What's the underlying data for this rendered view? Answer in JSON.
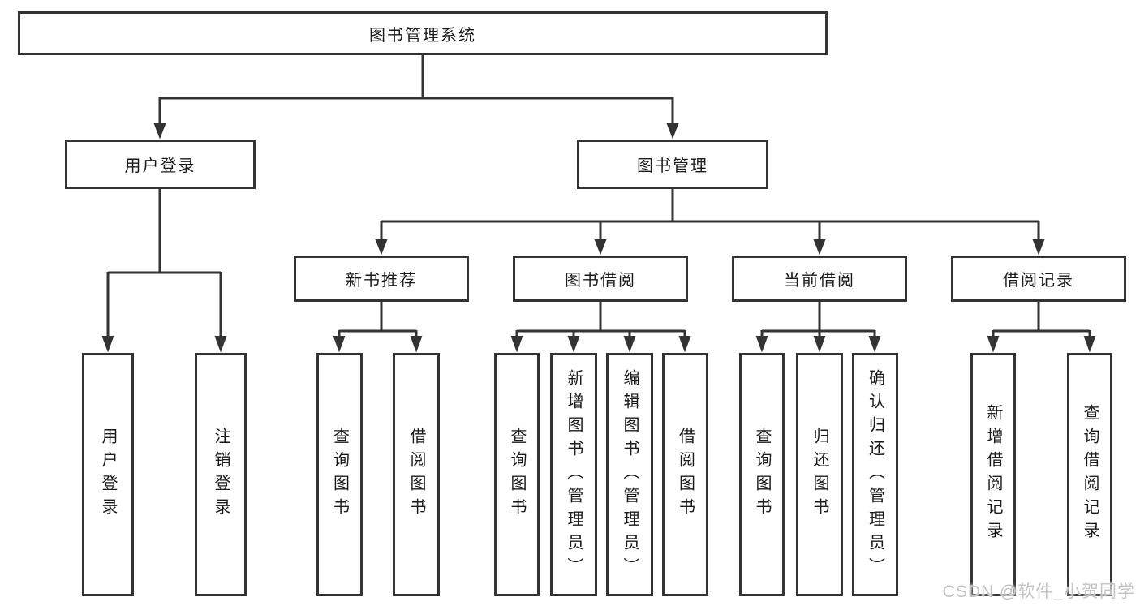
{
  "diagram": {
    "root": {
      "label": "图书管理系统"
    },
    "branches": [
      {
        "label": "用户登录",
        "children": [
          {
            "label": "用户登录"
          },
          {
            "label": "注销登录"
          }
        ]
      },
      {
        "label": "图书管理",
        "groups": [
          {
            "label": "新书推荐",
            "children": [
              {
                "label": "查询图书"
              },
              {
                "label": "借阅图书"
              }
            ]
          },
          {
            "label": "图书借阅",
            "children": [
              {
                "label": "查询图书"
              },
              {
                "label": "新增图书（管理员）"
              },
              {
                "label": "编辑图书（管理员）"
              },
              {
                "label": "借阅图书"
              }
            ]
          },
          {
            "label": "当前借阅",
            "children": [
              {
                "label": "查询图书"
              },
              {
                "label": "归还图书"
              },
              {
                "label": "确认归还（管理员）"
              }
            ]
          },
          {
            "label": "借阅记录",
            "children": [
              {
                "label": "新增借阅记录"
              },
              {
                "label": "查询借阅记录"
              }
            ]
          }
        ]
      }
    ]
  },
  "watermark": {
    "text": "CSDN @软件_小贺同学"
  },
  "colors": {
    "line": "#333333",
    "text": "#1a1a1a",
    "background": "#ffffff",
    "watermark": "#c4c4c4"
  }
}
